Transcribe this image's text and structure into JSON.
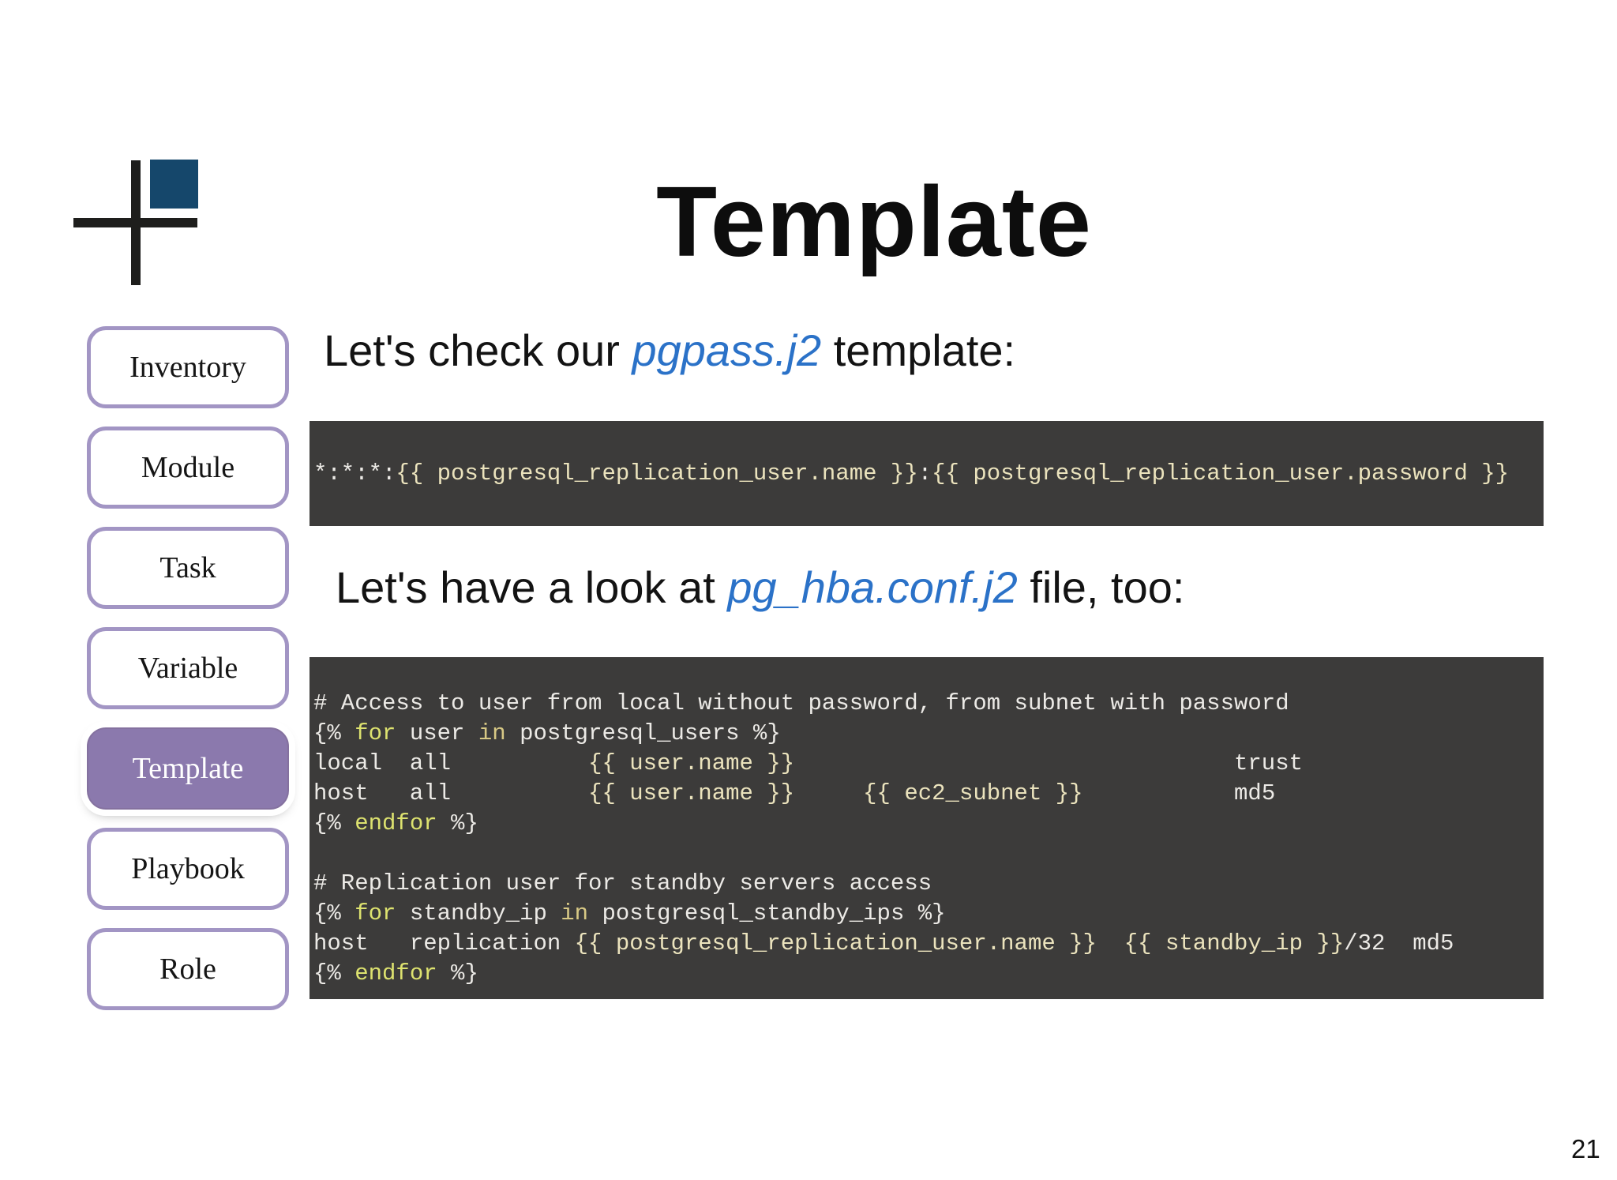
{
  "title": "Template",
  "page": {
    "number": "21"
  },
  "colors": {
    "link_blue": "#2b72c8",
    "code_bg": "#3c3b3a",
    "code_plain": "#eceae6",
    "code_keyword": "#dde26f",
    "code_in_keyword": "#d8c985",
    "code_expression": "#ebe3bd",
    "sidebar_border": "#a295c4",
    "sidebar_selected_fill": "#8b79ad",
    "logo_blue": "#15476b"
  },
  "sidebar": {
    "items": [
      {
        "label": "Inventory",
        "selected": false
      },
      {
        "label": "Module",
        "selected": false
      },
      {
        "label": "Task",
        "selected": false
      },
      {
        "label": "Variable",
        "selected": false
      },
      {
        "label": "Template",
        "selected": true
      },
      {
        "label": "Playbook",
        "selected": false
      },
      {
        "label": "Role",
        "selected": false
      }
    ]
  },
  "intro1": {
    "prefix": "Let's check our ",
    "link": "pgpass.j2",
    "suffix": " template:"
  },
  "intro2": {
    "prefix": "Let's have a look at ",
    "link": "pg_hba.conf.j2",
    "suffix": " file, too:"
  },
  "code_block1": {
    "lines": [
      [
        {
          "t": "*:*:*:",
          "c": "p"
        },
        {
          "t": "{{ postgresql_replication_user.name }}",
          "c": "e"
        },
        {
          "t": ":",
          "c": "p"
        },
        {
          "t": "{{ postgresql_replication_user.password }}",
          "c": "e"
        }
      ]
    ]
  },
  "code_block2": {
    "lines": [
      [
        {
          "t": "# Access to user from local without password, from subnet with password",
          "c": "p"
        }
      ],
      [
        {
          "t": "{% ",
          "c": "p"
        },
        {
          "t": "for",
          "c": "k"
        },
        {
          "t": " user ",
          "c": "p"
        },
        {
          "t": "in",
          "c": "i"
        },
        {
          "t": " postgresql_users %}",
          "c": "p"
        }
      ],
      [
        {
          "t": "local  all          ",
          "c": "p"
        },
        {
          "t": "{{ user.name }}",
          "c": "e"
        },
        {
          "t": "                                trust",
          "c": "p"
        }
      ],
      [
        {
          "t": "host   all          ",
          "c": "p"
        },
        {
          "t": "{{ user.name }}",
          "c": "e"
        },
        {
          "t": "     ",
          "c": "p"
        },
        {
          "t": "{{ ec2_subnet }}",
          "c": "e"
        },
        {
          "t": "           md5",
          "c": "p"
        }
      ],
      [
        {
          "t": "{% ",
          "c": "p"
        },
        {
          "t": "endfor",
          "c": "k"
        },
        {
          "t": " %}",
          "c": "p"
        }
      ],
      [],
      [
        {
          "t": "# Replication user for standby servers access",
          "c": "p"
        }
      ],
      [
        {
          "t": "{% ",
          "c": "p"
        },
        {
          "t": "for",
          "c": "k"
        },
        {
          "t": " standby_ip ",
          "c": "p"
        },
        {
          "t": "in",
          "c": "i"
        },
        {
          "t": " postgresql_standby_ips %}",
          "c": "p"
        }
      ],
      [
        {
          "t": "host   replication ",
          "c": "p"
        },
        {
          "t": "{{ postgresql_replication_user.name }}",
          "c": "e"
        },
        {
          "t": "  ",
          "c": "p"
        },
        {
          "t": "{{ standby_ip }}",
          "c": "e"
        },
        {
          "t": "/32  md5",
          "c": "p"
        }
      ],
      [
        {
          "t": "{% ",
          "c": "p"
        },
        {
          "t": "endfor",
          "c": "k"
        },
        {
          "t": " %}",
          "c": "p"
        }
      ]
    ]
  }
}
